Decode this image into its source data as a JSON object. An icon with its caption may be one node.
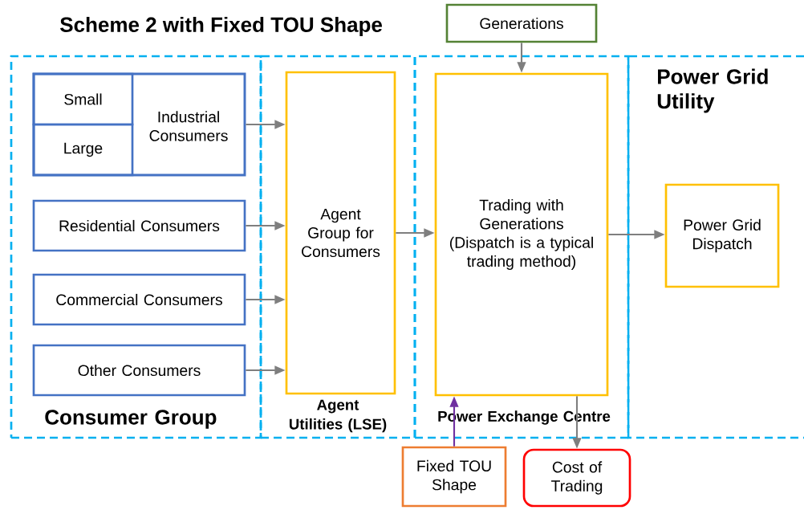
{
  "diagram": {
    "title": "Scheme 2 with Fixed TOU Shape",
    "nodes": [
      {
        "text": [
          "Consumer Group"
        ]
      },
      {
        "text": [
          "Industrial Consumers"
        ],
        "in": 0
      },
      {
        "text": [
          "Small"
        ],
        "in": 1
      },
      {
        "text": [
          "Large"
        ],
        "in": 1
      },
      {
        "text": [
          "Residential Consumers"
        ],
        "in": 0
      },
      {
        "text": [
          "Commercial Consumers"
        ],
        "in": 0
      },
      {
        "text": [
          "Other Consumers"
        ],
        "in": 0
      },
      {
        "text": [
          "Agent Utilities (LSE)"
        ]
      },
      {
        "text": [
          "Agent Group for Consumers"
        ],
        "in": 7
      },
      {
        "text": [
          "Generations"
        ]
      },
      {
        "text": [
          "Power Exchange Centre"
        ]
      },
      {
        "text": [
          "Trading with Generations (Dispatch is a typical trading method)"
        ],
        "in": 10
      },
      {
        "text": [
          "Power Grid Utility"
        ]
      },
      {
        "text": [
          "Power Grid Dispatch"
        ],
        "in": 12
      },
      {
        "text": [
          "Fixed TOU Shape"
        ]
      },
      {
        "text": [
          "Cost of Trading"
        ]
      }
    ],
    "edges": [
      {
        "from": 1,
        "to": 8,
        "arrow": "to"
      },
      {
        "from": 4,
        "to": 8,
        "arrow": "to"
      },
      {
        "from": 5,
        "to": 8,
        "arrow": "to"
      },
      {
        "from": 6,
        "to": 8,
        "arrow": "to"
      },
      {
        "from": 8,
        "to": 11,
        "arrow": "to"
      },
      {
        "from": 9,
        "to": 11,
        "arrow": "to"
      },
      {
        "from": 11,
        "to": 13,
        "arrow": "to"
      },
      {
        "from": 14,
        "to": 11,
        "arrow": "to",
        "color": "#7030a0"
      },
      {
        "from": 11,
        "to": 15,
        "arrow": "to"
      }
    ]
  }
}
